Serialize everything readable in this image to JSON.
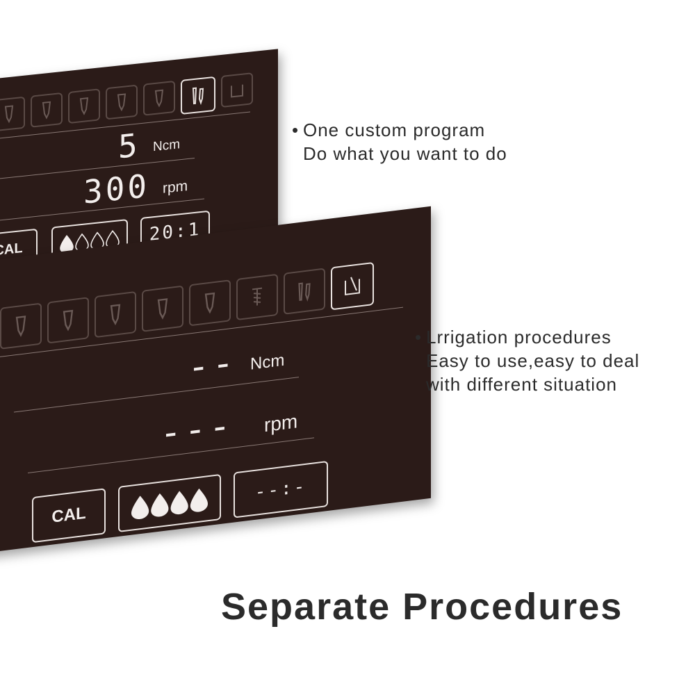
{
  "features": {
    "custom": {
      "bullet": "•",
      "line1": "One custom program",
      "line2": "Do what you want to do"
    },
    "irrigation": {
      "bullet": "•",
      "line1": "Lrrigation procedures",
      "line2": "Easy to use,easy to deal",
      "line3": "with different situation"
    }
  },
  "panel_top": {
    "torque_value": "5",
    "torque_unit": "Ncm",
    "speed_value": "300",
    "speed_unit": "rpm",
    "cal_label": "CAL",
    "ratio_label": "20:1",
    "irrigation_level": 1,
    "irrigation_max": 4,
    "mode_icons": [
      "implant-icon",
      "implant-icon",
      "implant-icon",
      "implant-icon",
      "implant-icon",
      "handpiece-icon",
      "beaker-icon"
    ]
  },
  "panel_bottom": {
    "torque_value": "--",
    "torque_unit": "Ncm",
    "speed_value": "---",
    "speed_unit": "rpm",
    "cal_label": "CAL",
    "ratio_label": "--:-",
    "irrigation_level": 4,
    "irrigation_max": 4,
    "mode_icons": [
      "implant-icon",
      "implant-icon",
      "implant-icon",
      "implant-icon",
      "implant-icon",
      "screw-icon",
      "handpiece-icon",
      "beaker-icon"
    ]
  },
  "headline": "Separate Procedures",
  "colors": {
    "panel": "#2b1b18",
    "display_text": "#f3eeec",
    "caption_text": "#2b2b2b"
  }
}
